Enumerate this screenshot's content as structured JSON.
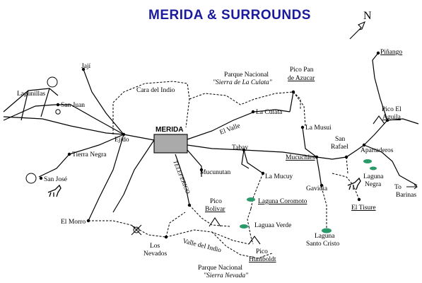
{
  "title": "MERIDA & SURROUNDS",
  "north_label": "N",
  "places": {
    "jaji": "Jají",
    "lagunillas": "Lagunillas",
    "san_juan": "San Juan",
    "ejido": "Ejido",
    "tierra_negra": "Tierra Negra",
    "san_jose": "San José",
    "el_morro": "El Morro",
    "los_nevados": "Los Nevados",
    "merida": "MERIDA",
    "cara_del_indio": "Cara del Indio",
    "el_valle": "El Valle",
    "la_culata": "La Culata",
    "pn_culata_1": "Parque Nacional",
    "pn_culata_2": "\"Sierra de La Culata\"",
    "pico_pan_1": "Pico Pan",
    "pico_pan_2": "de Azucar",
    "tabay": "Tabay",
    "mucunutan": "Mucunutan",
    "la_mucuy": "La Mucuy",
    "teleferico": "TELEFERICO",
    "pico_bolivar_1": "Pico",
    "pico_bolivar_2": "Bolivar",
    "laguna_coromoto": "Laguna Coromoto",
    "laguna_verde": "Laguaa Verde",
    "valle_del_indio": "Valle del Indio",
    "pico_humboldt_1": "Pico",
    "pico_humboldt_2": "Humboldt",
    "pn_nevada_1": "Parque Nacional",
    "pn_nevada_2": "\"Sierra Nevada\"",
    "mucuchies": "Mucuchíes",
    "la_musui": "La Musui",
    "gavidia": "Gavidia",
    "laguna_santo_cristo_1": "Laguna",
    "laguna_santo_cristo_2": "Santo Cristo",
    "san_rafael_1": "San",
    "san_rafael_2": "Rafael",
    "el_tisure": "El Tisure",
    "apartaderos": "Apartaderos",
    "laguna_negra_1": "Laguna",
    "laguna_negra_2": "Negra",
    "pico_aguila_1": "Pico El",
    "pico_aguila_2": "Aguila",
    "pinango": "Piñango",
    "to_barinas": "To Barinas"
  }
}
